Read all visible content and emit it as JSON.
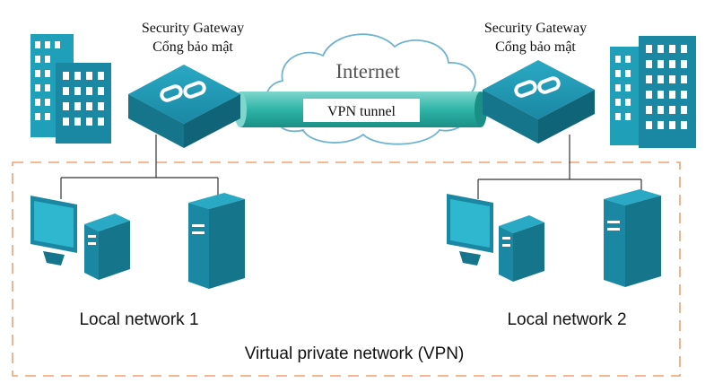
{
  "internet": {
    "label": "Internet"
  },
  "tunnel": {
    "label": "VPN tunnel"
  },
  "gateway_left": {
    "line1": "Security Gateway",
    "line2": "Cổng bảo mật"
  },
  "gateway_right": {
    "line1": "Security Gateway",
    "line2": "Cổng bảo mật"
  },
  "network_left": {
    "label": "Local network 1"
  },
  "network_right": {
    "label": "Local network 2"
  },
  "vpn": {
    "label": "Virtual private network (VPN)"
  },
  "colors": {
    "teal": "#1fa0b8",
    "teal_dark": "#14758b",
    "tunnel": "#2fb5a8",
    "dashed_border": "#f0a070",
    "cloud_stroke": "#6fb4cf",
    "line": "#333333"
  }
}
